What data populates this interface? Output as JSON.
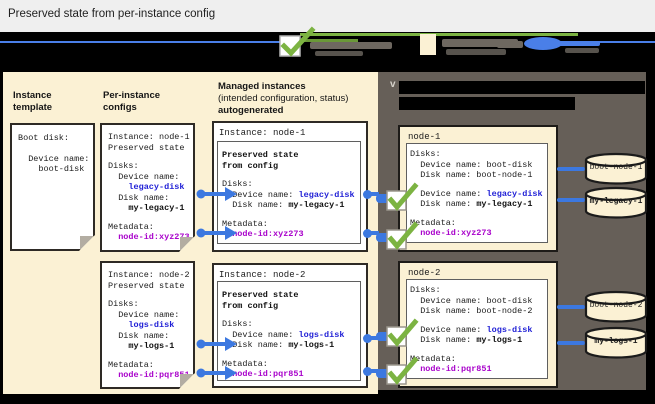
{
  "title": "Preserved state from per-instance config",
  "colors": {
    "connector_blue": "#3c78e0",
    "value_blue": "#1f1fd6",
    "value_purple": "#a903cb",
    "check_green": "#7cb342",
    "panel_beige": "#fbf1d4",
    "panel_dark": "#665f58"
  },
  "column_headers": {
    "instance_template": "Instance template",
    "per_instance_configs": "Per-instance configs",
    "managed_instances_title": "Managed instances",
    "managed_instances_sub": "(intended configuration, status)",
    "managed_instances_note": "autogenerated"
  },
  "template_card": {
    "boot_disk_label": "Boot disk:",
    "device_label": "  Device name:",
    "device_value": "    boot-disk"
  },
  "config_cards": [
    {
      "instance": "Instance: node-1",
      "state": "Preserved state",
      "disks": "Disks:",
      "device_label": "  Device name:",
      "device_value": "    legacy-disk",
      "disk_label": "  Disk name:",
      "disk_value": "    my-legacy-1",
      "metadata": "Metadata:",
      "metadata_value": "  node-id:xyz273"
    },
    {
      "instance": "Instance: node-2",
      "state": "Preserved state",
      "disks": "Disks:",
      "device_label": "  Device name:",
      "device_value": "    logs-disk",
      "disk_label": "  Disk name:",
      "disk_value": "    my-logs-1",
      "metadata": "Metadata:",
      "metadata_value": "  node-id:pqr851"
    }
  ],
  "managed_cards": [
    {
      "title": "Instance: node-1",
      "preserved1": "Preserved state",
      "preserved2": "from config",
      "disks": "Disks:",
      "device_label": "  Device name: ",
      "device_value": "legacy-disk",
      "disk_label": "  Disk name: ",
      "disk_value": "my-legacy-1",
      "metadata": "Metadata:",
      "metadata_value": "  node-id:xyz273"
    },
    {
      "title": "Instance: node-2",
      "preserved1": "Preserved state",
      "preserved2": "from config",
      "disks": "Disks:",
      "device_label": "  Device name: ",
      "device_value": "logs-disk",
      "disk_label": "  Disk name: ",
      "disk_value": "my-logs-1",
      "metadata": "Metadata:",
      "metadata_value": "  node-id:pqr851"
    }
  ],
  "vm_cards": [
    {
      "title": "node-1",
      "disks": "Disks:",
      "boot_device": "  Device name: boot-disk",
      "boot_disk": "  Disk name: boot-node-1",
      "device_label": "  Device name: ",
      "device_value": "legacy-disk",
      "disk_label": "  Disk name: ",
      "disk_value": "my-legacy-1",
      "metadata": "Metadata:",
      "metadata_value": "  node-id:xyz273",
      "disk1": "boot-node-1",
      "disk2": "my-legacy-1"
    },
    {
      "title": "node-2",
      "disks": "Disks:",
      "boot_device": "  Device name: boot-disk",
      "boot_disk": "  Disk name: boot-node-2",
      "device_label": "  Device name: ",
      "device_value": "logs-disk",
      "disk_label": "  Disk name: ",
      "disk_value": "my-logs-1",
      "metadata": "Metadata:",
      "metadata_value": "  node-id:pqr851",
      "disk1": "boot-node-2",
      "disk2": "my-logs-1"
    }
  ]
}
